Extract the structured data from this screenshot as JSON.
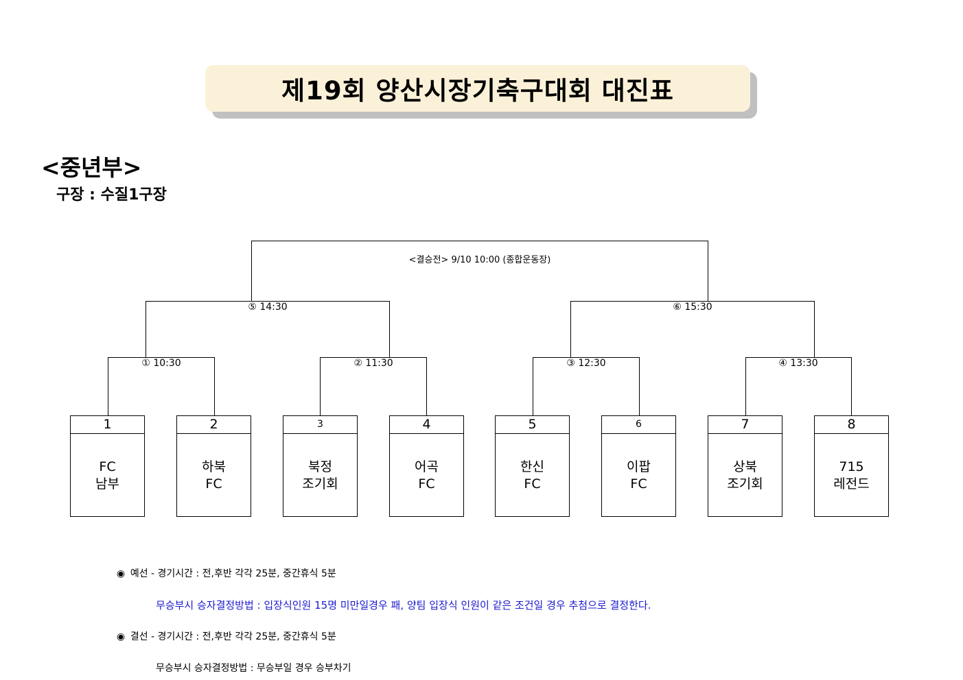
{
  "title": "제19회 양산시장기축구대회 대진표",
  "division": "<중년부>",
  "venue": "구장 : 수질1구장",
  "final": {
    "label": "<결승전> 9/10 10:00 (종합운동장)"
  },
  "semifinals": [
    {
      "label": "⑤ 14:30"
    },
    {
      "label": "⑥ 15:30"
    }
  ],
  "quarterfinals": [
    {
      "label": "① 10:30"
    },
    {
      "label": "② 11:30"
    },
    {
      "label": "③ 12:30"
    },
    {
      "label": "④ 13:30"
    }
  ],
  "teams": [
    {
      "number": "1",
      "name_line1": "FC",
      "name_line2": "남부"
    },
    {
      "number": "2",
      "name_line1": "하북",
      "name_line2": "FC"
    },
    {
      "number": "3",
      "name_line1": "북정",
      "name_line2": "조기회"
    },
    {
      "number": "4",
      "name_line1": "어곡",
      "name_line2": "FC"
    },
    {
      "number": "5",
      "name_line1": "한신",
      "name_line2": "FC"
    },
    {
      "number": "6",
      "name_line1": "이팝",
      "name_line2": "FC"
    },
    {
      "number": "7",
      "name_line1": "상북",
      "name_line2": "조기회"
    },
    {
      "number": "8",
      "name_line1": "715",
      "name_line2": "레전드"
    }
  ],
  "notes": {
    "bullet": "◉",
    "prelim": "예선 - 경기시간 : 전,후반 각각 25분, 중간휴식 5분",
    "prelim_tiebreak": "무승부시 승자결정방법 : 입장식인원 15명 미만일경우 패, 양팀 입장식 인원이 같은 조건일 경우 추첨으로 결정한다.",
    "final": "결선 - 경기시간 : 전,후반 각각 25분, 중간휴식 5분",
    "final_tiebreak": "무승부시 승자결정방법 : 무승부일 경우 승부차기"
  },
  "colors": {
    "title_bg": "#fbf1d8",
    "title_shadow": "#c0c0c0",
    "note_blue": "#1a1acf"
  }
}
